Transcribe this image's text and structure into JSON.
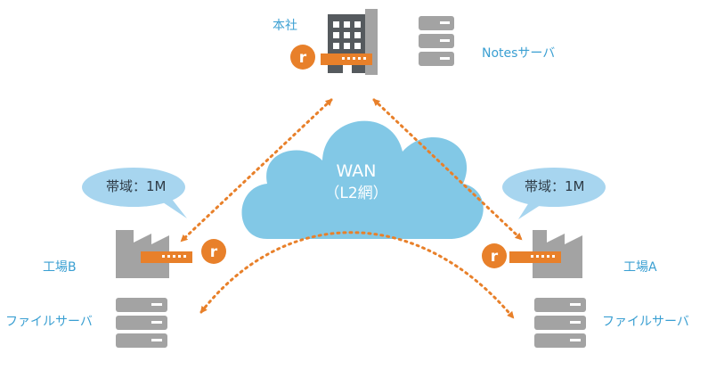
{
  "hq": {
    "label": "本社"
  },
  "notes_server": {
    "label": "Notesサーバ"
  },
  "wan": {
    "label": "WAN",
    "sublabel": "（L2網）"
  },
  "factory_b": {
    "label": "工場B",
    "bandwidth": "帯域：1M",
    "server_label": "ファイルサーバ"
  },
  "factory_a": {
    "label": "工場A",
    "bandwidth": "帯域：1M",
    "server_label": "ファイルサーバ"
  },
  "colors": {
    "accent_orange": "#e8802a",
    "cloud_blue": "#82c8e6",
    "bubble_blue": "#a7d5ef",
    "label_blue": "#3a9fd2",
    "icon_gray": "#a3a3a3",
    "icon_dark": "#555a5e"
  }
}
